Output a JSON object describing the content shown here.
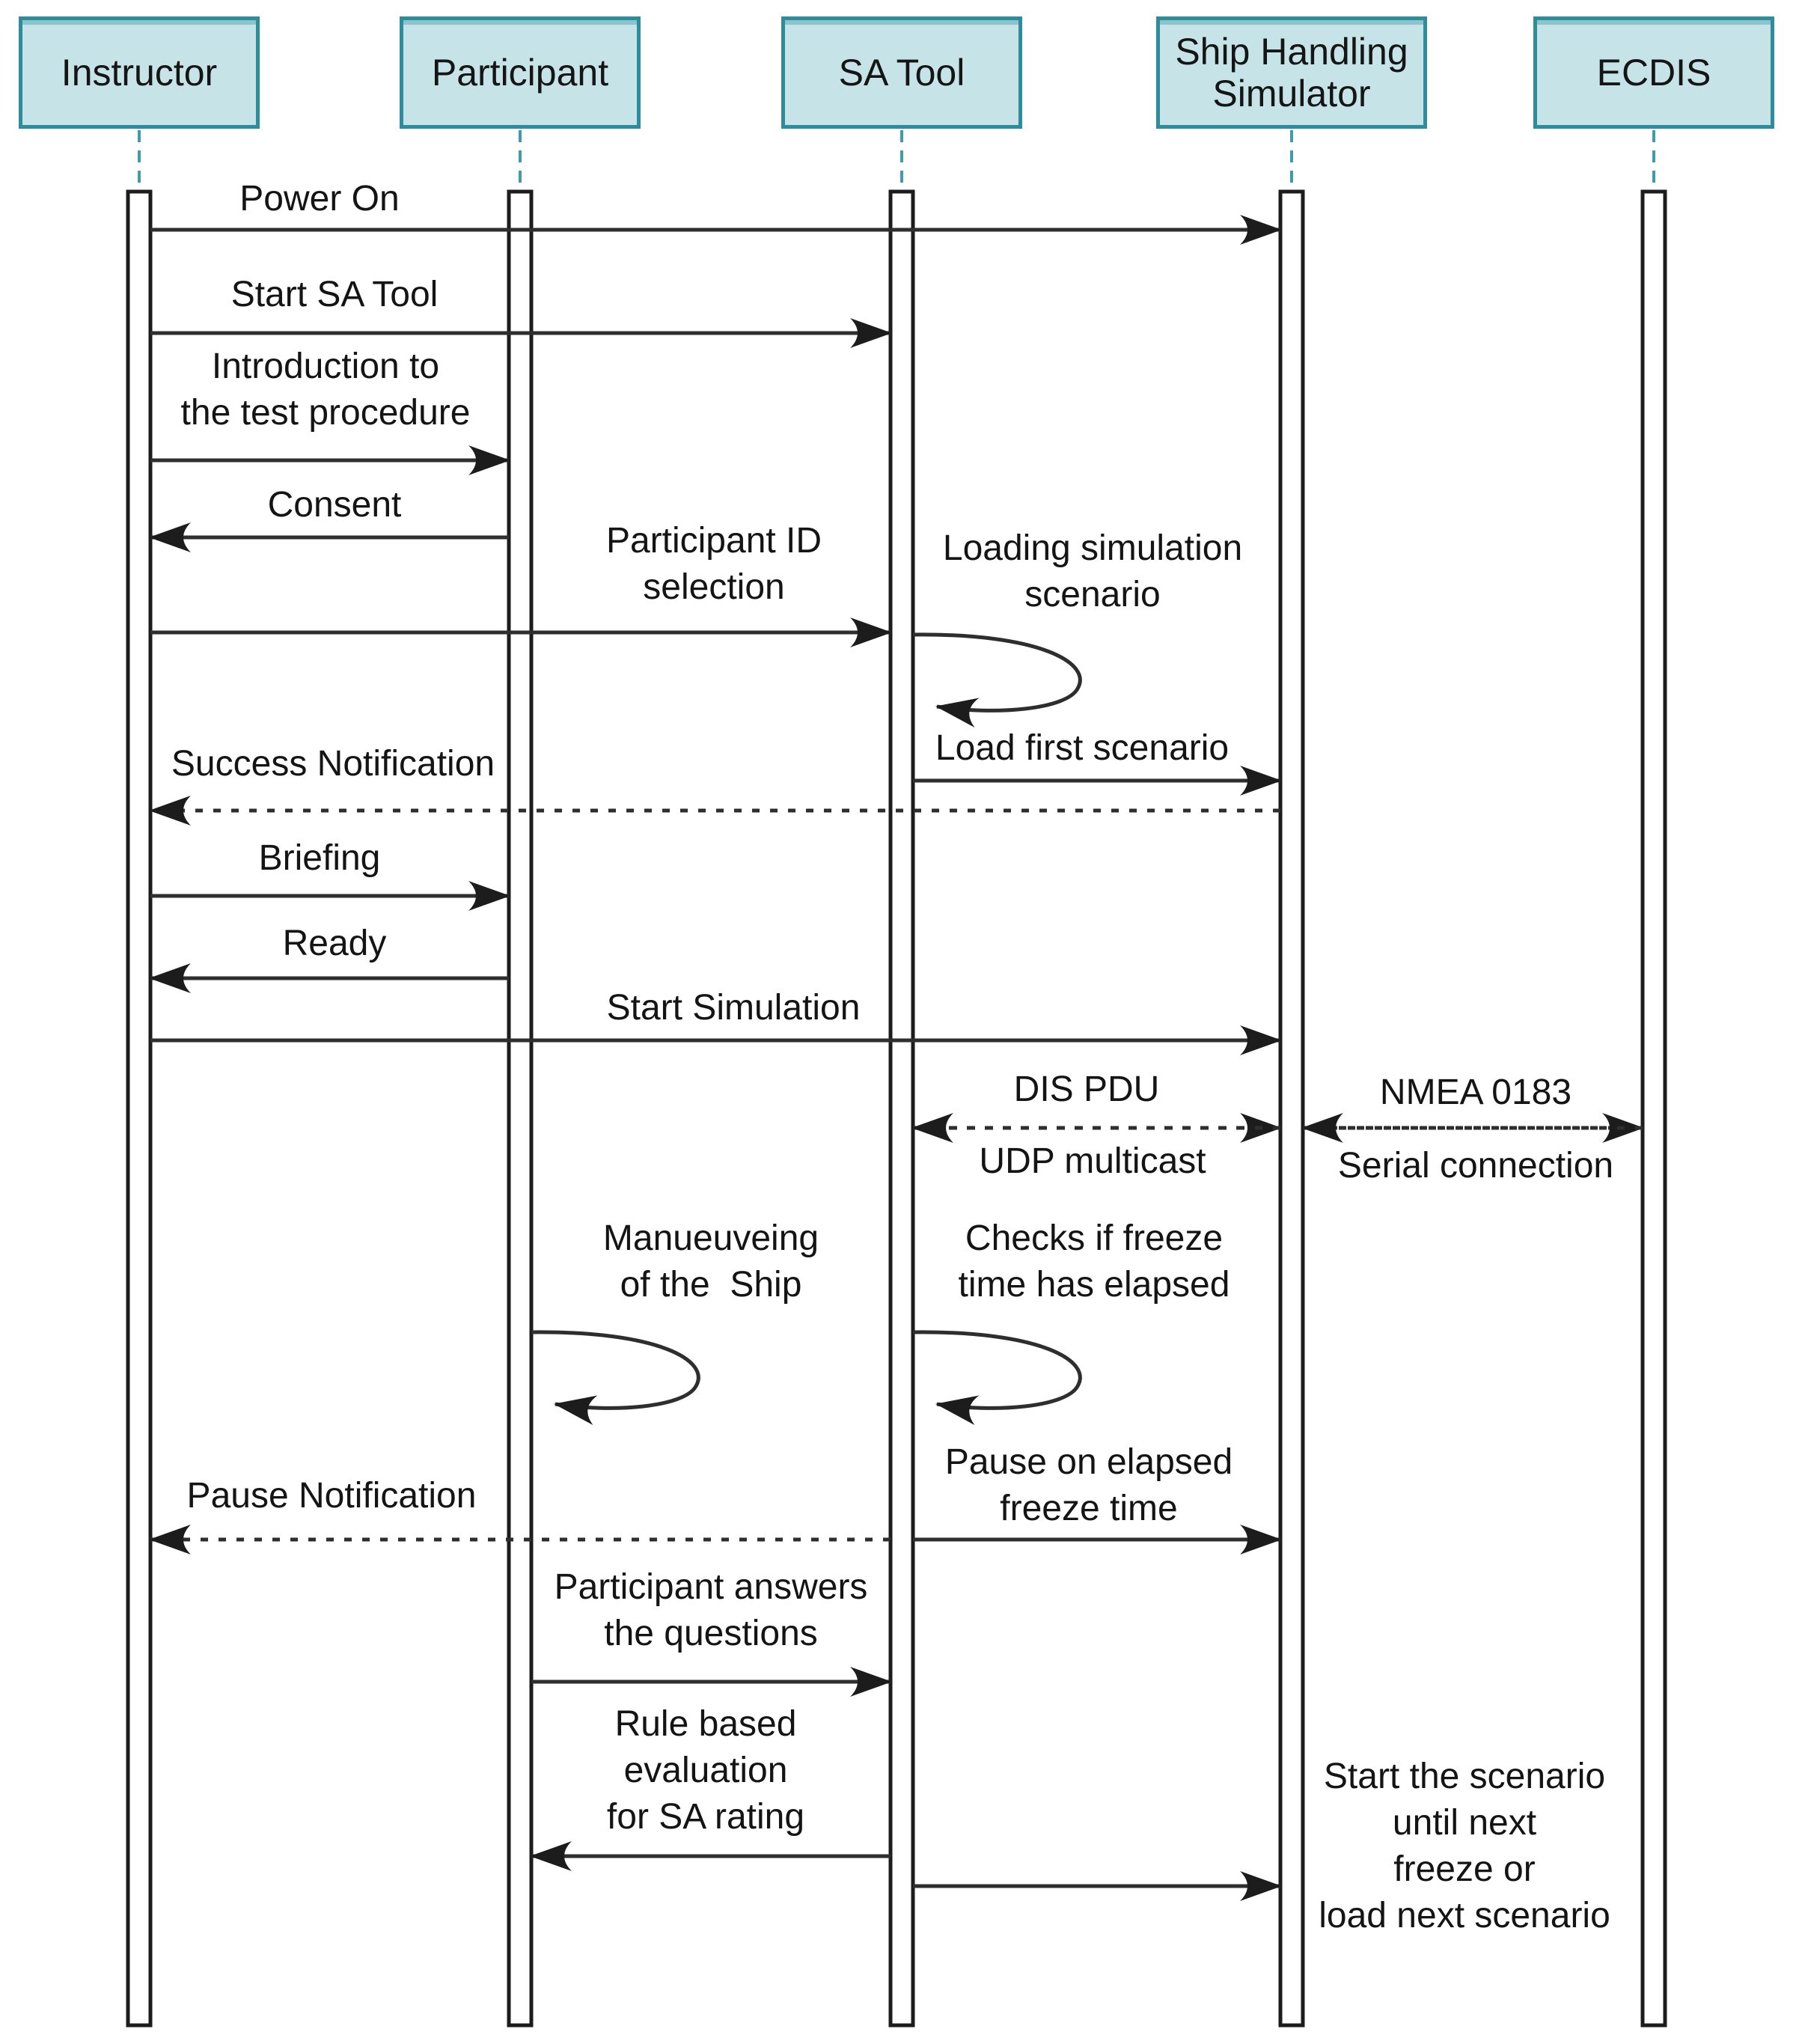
{
  "diagram": {
    "kind": "uml-sequence-diagram",
    "description": "Sequence of interactions for a situation-awareness test using a ship handling simulator"
  },
  "colors": {
    "actor_fill": "#c6e4e8",
    "actor_border": "#2e8d9b",
    "lifeline_dash": "#3f9dab",
    "message_line": "#2e2e2e",
    "activation_border": "#1c1c1c",
    "text": "#141414",
    "background": "#ffffff"
  },
  "actors": [
    {
      "name": "Instructor"
    },
    {
      "name": "Participant"
    },
    {
      "name": "SA Tool"
    },
    {
      "name": "Ship Handling\nSimulator"
    },
    {
      "name": "ECDIS"
    }
  ],
  "messages": [
    {
      "id": "power-on",
      "label": "Power On",
      "from": "Instructor",
      "to": "Ship Handling Simulator",
      "line": "solid",
      "direction": "right"
    },
    {
      "id": "start-sa-tool",
      "label": "Start SA Tool",
      "from": "Instructor",
      "to": "SA Tool",
      "line": "solid",
      "direction": "right"
    },
    {
      "id": "introduction",
      "label": "Introduction to\nthe test procedure",
      "from": "Instructor",
      "to": "Participant",
      "line": "solid",
      "direction": "right"
    },
    {
      "id": "consent",
      "label": "Consent",
      "from": "Participant",
      "to": "Instructor",
      "line": "solid",
      "direction": "left"
    },
    {
      "id": "participant-id-selection",
      "label": "Participant ID\nselection",
      "from": "Instructor",
      "to": "SA Tool",
      "line": "solid",
      "direction": "right"
    },
    {
      "id": "loading-simulation-scenario",
      "label": "Loading simulation\nscenario",
      "from": "SA Tool",
      "to": "SA Tool",
      "line": "solid",
      "direction": "self"
    },
    {
      "id": "load-first-scenario",
      "label": "Load first scenario",
      "from": "SA Tool",
      "to": "Ship Handling Simulator",
      "line": "solid",
      "direction": "right"
    },
    {
      "id": "success-notification",
      "label": "Success Notification",
      "from": "Ship Handling Simulator",
      "to": "Instructor",
      "line": "dashed",
      "direction": "left"
    },
    {
      "id": "briefing",
      "label": "Briefing",
      "from": "Instructor",
      "to": "Participant",
      "line": "solid",
      "direction": "right"
    },
    {
      "id": "ready",
      "label": "Ready",
      "from": "Participant",
      "to": "Instructor",
      "line": "solid",
      "direction": "left"
    },
    {
      "id": "start-simulation",
      "label": "Start Simulation",
      "from": "Instructor",
      "to": "Ship Handling Simulator",
      "line": "solid",
      "direction": "right"
    },
    {
      "id": "dis-pdu",
      "label": "DIS PDU",
      "sublabel": "UDP multicast",
      "from": "SA Tool",
      "to": "Ship Handling Simulator",
      "line": "dashed",
      "direction": "both"
    },
    {
      "id": "nmea-0183",
      "label": "NMEA 0183",
      "sublabel": "Serial connection",
      "from": "Ship Handling Simulator",
      "to": "ECDIS",
      "line": "dashed",
      "direction": "both"
    },
    {
      "id": "manoeuvring-ship",
      "label": "Manueuveing\nof the  Ship",
      "from": "Participant",
      "to": "Participant",
      "line": "solid",
      "direction": "self"
    },
    {
      "id": "checks-freeze-time",
      "label": "Checks if freeze\ntime has elapsed",
      "from": "SA Tool",
      "to": "SA Tool",
      "line": "solid",
      "direction": "self"
    },
    {
      "id": "pause-on-elapsed",
      "label": "Pause on elapsed\nfreeze time",
      "from": "SA Tool",
      "to": "Ship Handling Simulator",
      "line": "solid",
      "direction": "right"
    },
    {
      "id": "pause-notification",
      "label": "Pause Notification",
      "from": "SA Tool",
      "to": "Instructor",
      "line": "dashed",
      "direction": "left"
    },
    {
      "id": "participant-answers",
      "label": "Participant answers\nthe questions",
      "from": "Participant",
      "to": "SA Tool",
      "line": "solid",
      "direction": "right"
    },
    {
      "id": "rule-based-evaluation",
      "label": "Rule based\nevaluation\nfor SA rating",
      "from": "SA Tool",
      "to": "Participant",
      "line": "solid",
      "direction": "left"
    },
    {
      "id": "start-next-scenario",
      "label": "Start the scenario\nuntil next\nfreeze or\nload next scenario",
      "from": "SA Tool",
      "to": "Ship Handling Simulator",
      "line": "solid",
      "direction": "right"
    }
  ]
}
